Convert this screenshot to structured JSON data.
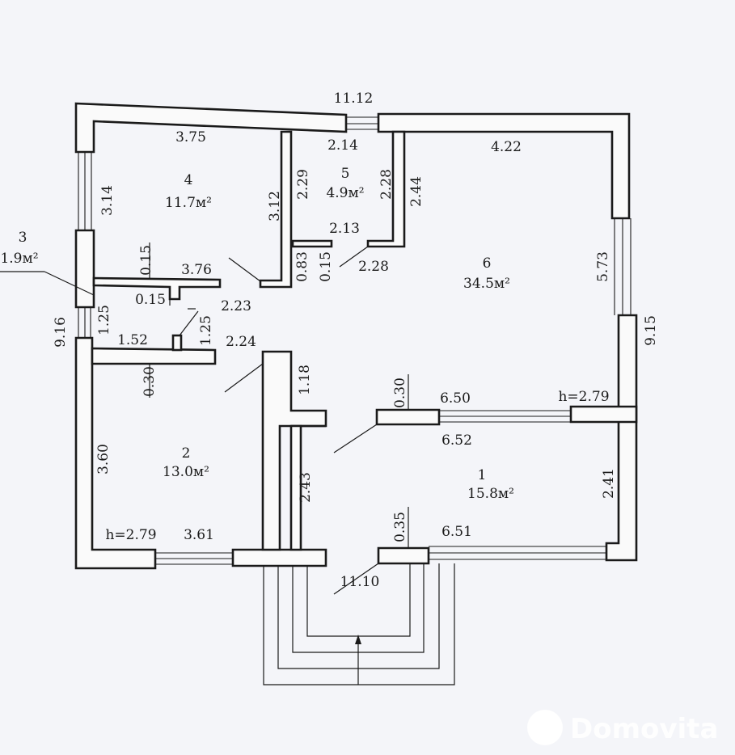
{
  "rooms": [
    {
      "number": "1",
      "area": "15.8м²"
    },
    {
      "number": "2",
      "area": "13.0м²"
    },
    {
      "number": "3",
      "area": "1.9м²"
    },
    {
      "number": "4",
      "area": "11.7м²"
    },
    {
      "number": "5",
      "area": "4.9м²"
    },
    {
      "number": "6",
      "area": "34.5м²"
    }
  ],
  "dimensions": {
    "overall_top": "11.12",
    "overall_bottom": "11.10",
    "overall_left": "9.16",
    "overall_right": "9.15",
    "r4_top": "3.75",
    "r4_left": "3.14",
    "r4_right": "3.12",
    "r4_bottom": "3.76",
    "r4_partition": "0.15",
    "r5_top": "2.14",
    "r5_left": "2.29",
    "r5_right": "2.28",
    "r5_bottom": "2.13",
    "r5_door": "0.83",
    "r5_partition": "0.15",
    "r6_top": "4.22",
    "r6_left": "2.44",
    "r6_right": "5.73",
    "r6_mid": "2.28",
    "r3_partition": "0.15",
    "r3_left": "1.25",
    "r3_bottom": "1.52",
    "r3_right": "1.25",
    "hall_top": "2.23",
    "hall_mid": "2.24",
    "wall_r2": "0.30",
    "r2_left": "3.60",
    "r2_height": "h=2.79",
    "r2_bottom": "3.61",
    "hall_door": "1.18",
    "hall_lower": "2.43",
    "wall_r1": "0.30",
    "r1_top": "6.50",
    "r1_ceiling": "h=2.79",
    "r1_inner_top": "6.52",
    "r1_right": "2.41",
    "wall_bottom": "0.35",
    "r1_bottom": "6.51"
  },
  "watermark": {
    "text": "Domovita"
  }
}
